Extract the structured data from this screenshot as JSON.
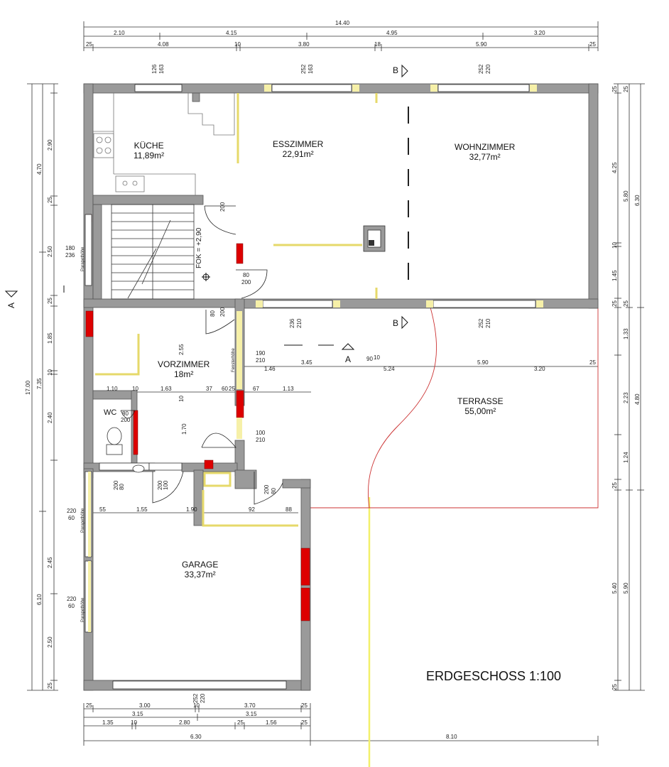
{
  "title": "ERDGESCHOSS 1:100",
  "rooms": {
    "kueche": {
      "name": "KÜCHE",
      "area": "11,89m²"
    },
    "esszimmer": {
      "name": "ESSZIMMER",
      "area": "22,91m²"
    },
    "wohnzimmer": {
      "name": "WOHNZIMMER",
      "area": "32,77m²"
    },
    "vorzimmer": {
      "name": "VORZIMMER",
      "area": "18m²"
    },
    "wc": {
      "name": "WC"
    },
    "garage": {
      "name": "GARAGE",
      "area": "33,37m²"
    },
    "terrasse": {
      "name": "TERRASSE",
      "area": "55,00m²"
    }
  },
  "section_marks": {
    "b_top": "B",
    "b_mid": "B",
    "a_left": "A",
    "a_mid": "A"
  },
  "fok": "FOK = +2,90",
  "dims": {
    "top_total": "14.40",
    "top_row1": [
      "2.10",
      "4.15",
      "4.95",
      "3.20"
    ],
    "top_row2": [
      "25",
      "4.08",
      "10",
      "3.80",
      "18",
      "5.90",
      "25"
    ],
    "bottom_row1": [
      "25",
      "3.00",
      "10",
      "3.70",
      "25"
    ],
    "bottom_row2": [
      "3.15",
      "3.15"
    ],
    "bottom_row3": [
      "1.35",
      "10",
      "2.80",
      "25",
      "1.56",
      "25"
    ],
    "bottom_total": [
      "6.30",
      "8.10"
    ],
    "left_total": "17.00",
    "left_outer": [
      "4.70",
      "7.35",
      "6.10"
    ],
    "left_inner": [
      "2.90",
      "25",
      "2.50",
      "25",
      "1.85",
      "10",
      "2.40",
      "2.45",
      "2.50",
      "25"
    ],
    "right_outer": [
      "6.30",
      "4.80",
      "5.90"
    ],
    "right_inner": [
      "4.25",
      "5.80",
      "10",
      "1.45",
      "25",
      "1.33",
      "2.23",
      "1.24",
      "5.40",
      "25"
    ],
    "right_small": [
      "25",
      "25",
      "25",
      "25"
    ],
    "interior_row1": [
      "1.46",
      "3.45",
      "90",
      "10",
      "5.24",
      "5.90",
      "3.20",
      "25"
    ],
    "interior_row2": [
      "1.10",
      "10",
      "1.63",
      "37",
      "60",
      "25",
      "67",
      "1.13"
    ],
    "interior_row3": [
      "55",
      "1.55",
      "1.90",
      "92",
      "88"
    ],
    "vorzimmer_dims": [
      "2.55",
      "10",
      "1.70"
    ],
    "door_labels": [
      "200",
      "80",
      "200",
      "80",
      "200",
      "190",
      "210",
      "100",
      "210",
      "80",
      "200",
      "100",
      "200",
      "80",
      "200",
      "80",
      "200"
    ],
    "window_labels": [
      "126",
      "163",
      "252",
      "163",
      "252",
      "220",
      "180",
      "236",
      "236",
      "210",
      "252",
      "210",
      "220",
      "60",
      "220",
      "60",
      "252",
      "220"
    ]
  },
  "annotations": {
    "parapet": "Parapethöhe",
    "fenster": "Fensterhöhe"
  }
}
